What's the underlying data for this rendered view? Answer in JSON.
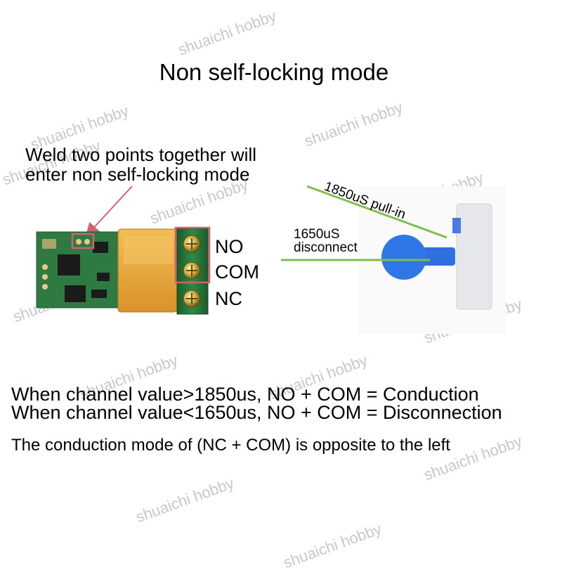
{
  "title": "Non self-locking mode",
  "weld_note": {
    "line1": "Weld two points together will",
    "line2": "enter non self-locking mode"
  },
  "terminals": {
    "no": "NO",
    "com": "COM",
    "nc": "NC"
  },
  "timing": {
    "pull_in": "1850uS pull-in",
    "disconnect_value": "1650uS",
    "disconnect_label": "disconnect"
  },
  "rules": {
    "line1": "When channel value>1850us, NO + COM = Conduction",
    "line2": "When channel value<1650us, NO + COM = Disconnection"
  },
  "note": "The conduction mode of (NC + COM) is opposite to the left",
  "watermark": "shuaichi hobby",
  "colors": {
    "pcb_green": "#2f7a43",
    "relay_orange": "#e6a53a",
    "highlight_box": "#d0616e",
    "timing_line": "#7cc04a",
    "stick_blue": "#2f6fe0"
  }
}
